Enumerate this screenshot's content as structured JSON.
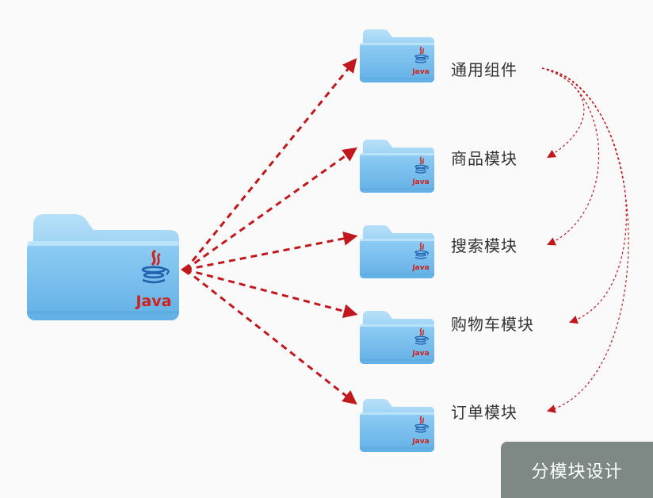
{
  "root": {
    "logo_text": "Java"
  },
  "modules": [
    {
      "label": "通用组件",
      "logo_text": "Java"
    },
    {
      "label": "商品模块",
      "logo_text": "Java"
    },
    {
      "label": "搜索模块",
      "logo_text": "Java"
    },
    {
      "label": "购物车模块",
      "logo_text": "Java"
    },
    {
      "label": "订单模块",
      "logo_text": "Java"
    }
  ],
  "badge": {
    "label": "分模块设计"
  },
  "colors": {
    "folder_light": "#a9d9f6",
    "folder_dark": "#6fb8e8",
    "arrow": "#c0181d",
    "java_red": "#d0211c",
    "java_blue": "#1f63ad",
    "badge_bg": "#7e8985"
  }
}
